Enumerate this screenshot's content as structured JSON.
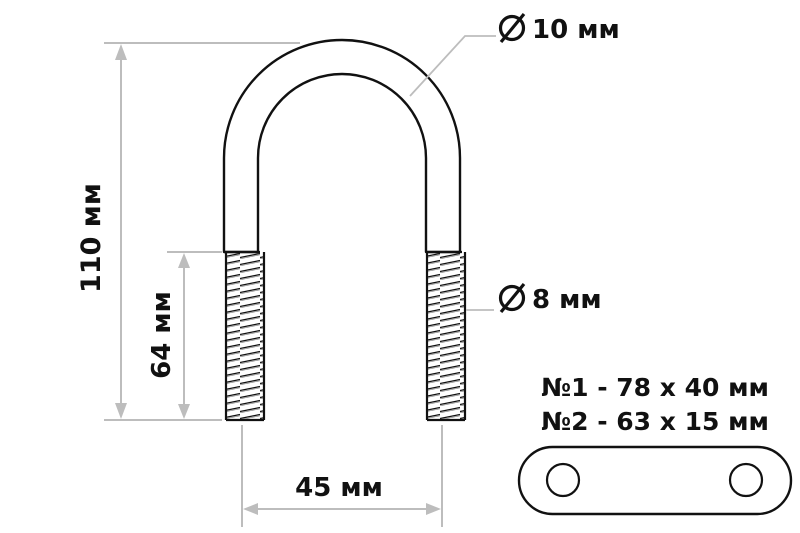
{
  "dimensions": {
    "overall_height": "110 мм",
    "thread_length": "64 мм",
    "width": "45 мм",
    "rod_diameter": "10 мм",
    "thread_diameter": "8 мм",
    "diameter_symbol": "Ø"
  },
  "plates": [
    "№1 - 78 x 40 мм",
    "№2 - 63 x 15 мм"
  ],
  "colors": {
    "outline": "#111111",
    "dimension_line": "#bdbdbd",
    "text": "#111111"
  }
}
